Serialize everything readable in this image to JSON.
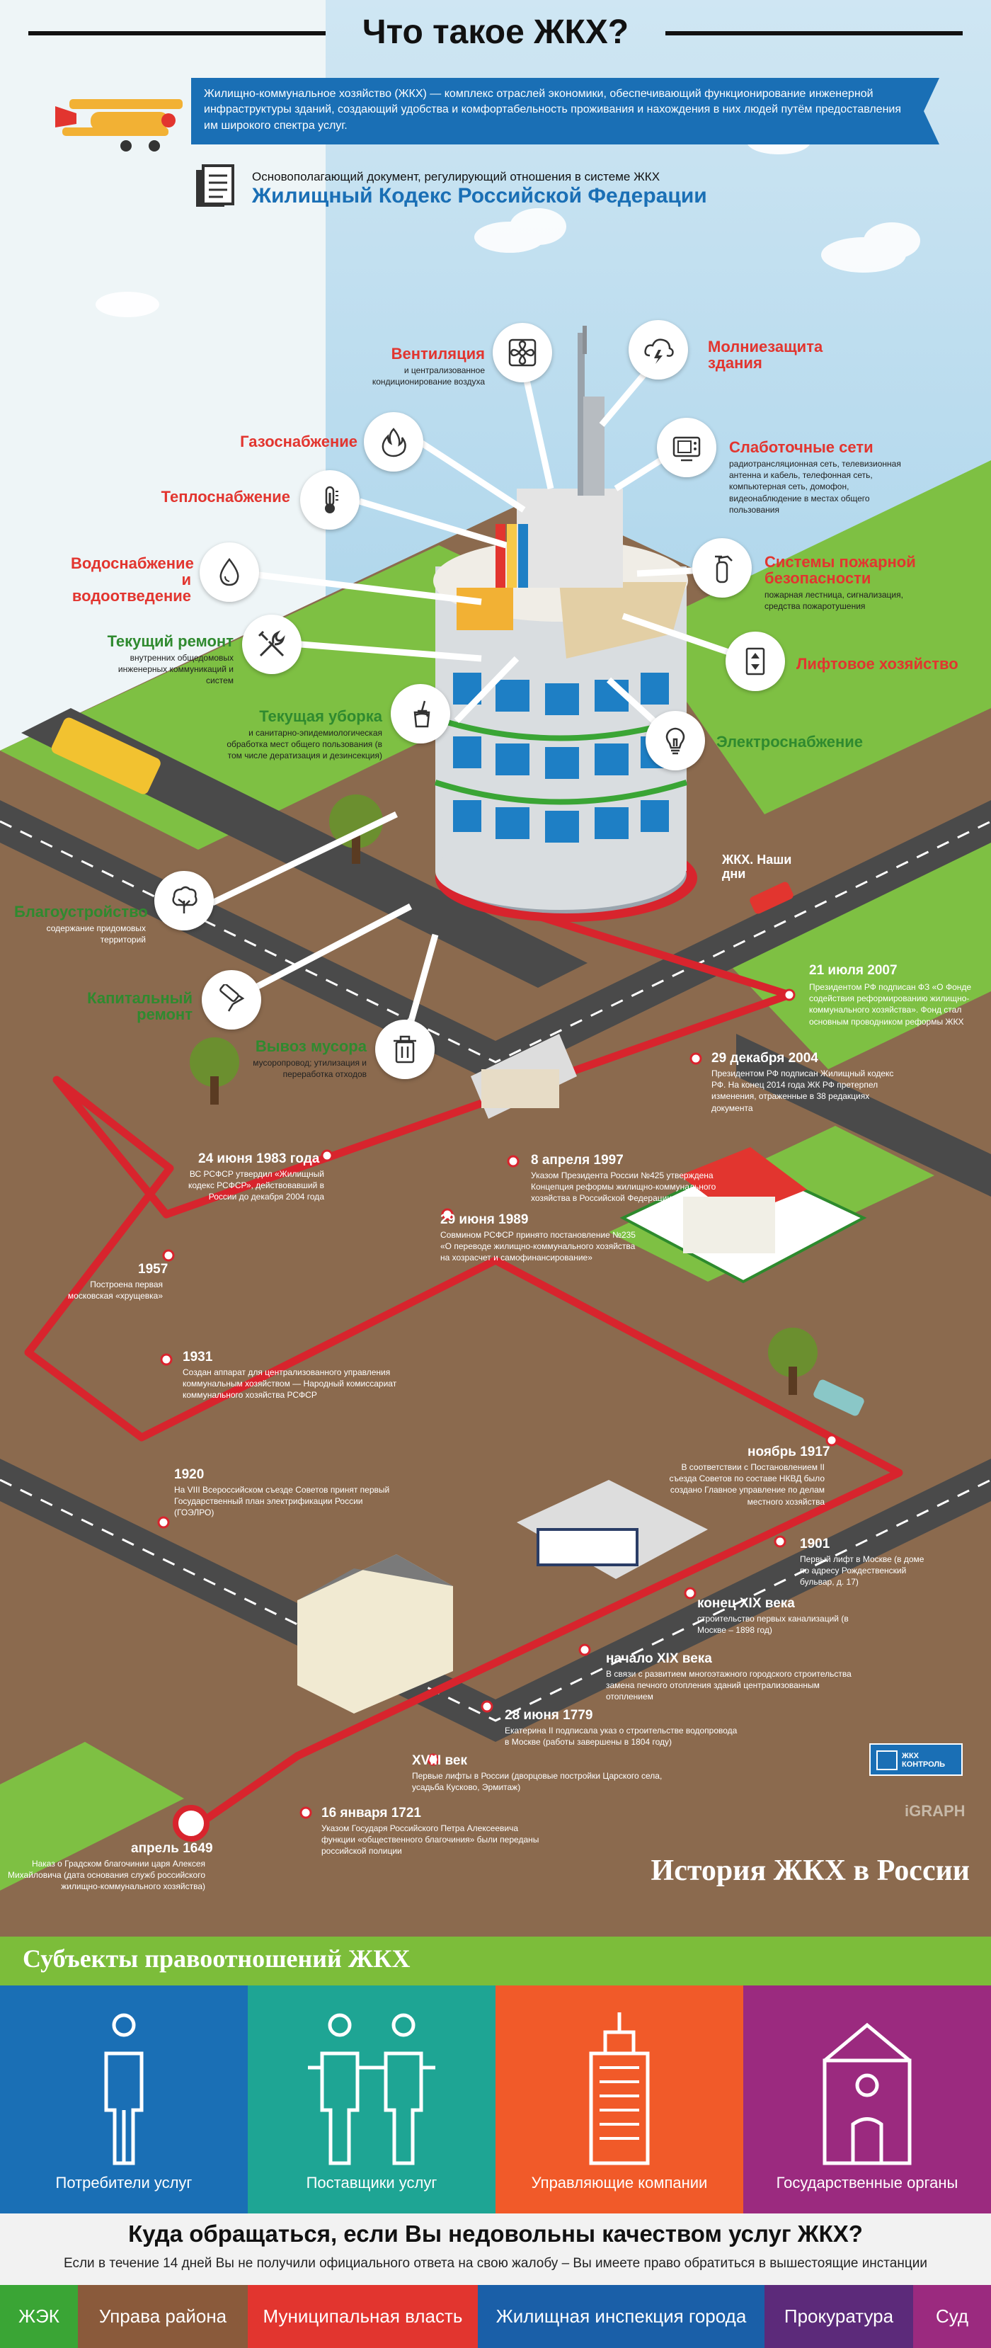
{
  "header": {
    "title": "Что такое ЖКХ?",
    "definition": "Жилищно-коммунальное хозяйство (ЖКХ) — комплекс отраслей экономики, обеспечивающий функционирование инженерной инфраструктуры зданий, создающий удобства и комфортабельность проживания и нахождения в них людей путём предоставления им широкого спектра услуг.",
    "doc_intro": "Основополагающий документ, регулирующий отношения в системе ЖКХ",
    "doc_name": "Жилищный Кодекс Российской Федерации"
  },
  "services": {
    "ventilation": {
      "title": "Вентиляция",
      "desc": "и централизованное кондиционирование воздуха"
    },
    "lightning": {
      "title": "Молниезащита здания"
    },
    "gas": {
      "title": "Газоснабжение"
    },
    "lowcurrent": {
      "title": "Слаботочные сети",
      "desc": "радиотрансляционная сеть, телевизионная антенна и кабель, телефонная сеть, компьютерная сеть, домофон, видеонаблюдение в местах общего пользования"
    },
    "heat": {
      "title": "Теплоснабжение"
    },
    "fire": {
      "title": "Системы пожарной безопасности",
      "desc": "пожарная лестница, сигнализация, средства пожаротушения"
    },
    "water": {
      "title": "Водоснабжение и водоотведение"
    },
    "repair": {
      "title": "Текущий ремонт",
      "desc": "внутренних общедомовых инженерных коммуникаций и систем"
    },
    "lift": {
      "title": "Лифтовое хозяйство"
    },
    "cleaning": {
      "title": "Текущая уборка",
      "desc": "и санитарно-эпидемиологическая обработка мест общего пользования (в том числе дератизация и дезинсекция)"
    },
    "electric": {
      "title": "Электроснабжение"
    },
    "improvement": {
      "title": "Благоустройство",
      "desc": "содержание придомовых территорий"
    },
    "capital": {
      "title": "Капитальный ремонт"
    },
    "garbage": {
      "title": "Вывоз мусора",
      "desc": "мусоропровод; утилизация и переработка отходов"
    }
  },
  "sign_text": "ЖКХ. Наши дни",
  "timeline": [
    {
      "date": "21 июля 2007",
      "text": "Президентом РФ подписан ФЗ «О Фонде содействия реформированию жилищно-коммунального хозяйства». Фонд стал основным проводником реформы ЖКХ"
    },
    {
      "date": "29 декабря 2004",
      "text": "Президентом РФ подписан Жилищный кодекс РФ. На конец 2014 года ЖК РФ претерпел изменения, отраженные в 38 редакциях документа"
    },
    {
      "date": "24 июня 1983 года",
      "text": "ВС РСФСР утвердил «Жилищный кодекс РСФСР», действовавший в России до декабря 2004 года"
    },
    {
      "date": "8 апреля 1997",
      "text": "Указом Президента России №425 утверждена Концепция реформы жилищно-коммунального хозяйства в Российской Федерации"
    },
    {
      "date": "29 июня 1989",
      "text": "Совмином РСФСР принято постановление №235 «О переводе жилищно-коммунального хозяйства на хозрасчет и самофинансирование»"
    },
    {
      "date": "1957",
      "text": "Построена первая московская «хрущевка»"
    },
    {
      "date": "1931",
      "text": "Создан аппарат для централизованного управления коммунальным хозяйством — Народный комиссариат коммунального хозяйства РСФСР"
    },
    {
      "date": "ноябрь 1917",
      "text": "В соответствии с Постановлением II съезда Советов по составе НКВД было создано Главное управление по делам местного хозяйства"
    },
    {
      "date": "1920",
      "text": "На VIII Всероссийском съезде Советов принят первый Государственный план электрификации России (ГОЭЛРО)"
    },
    {
      "date": "1901",
      "text": "Первый лифт в Москве (в доме по адресу Рождественский бульвар, д. 17)"
    },
    {
      "date": "конец XIX века",
      "text": "строительство первых канализаций (в Москве – 1898 год)"
    },
    {
      "date": "начало XIX века",
      "text": "В связи с развитием многоэтажного городского строительства замена печного отопления зданий централизованным отоплением"
    },
    {
      "date": "28 июня 1779",
      "text": "Екатерина II подписала указ о строительстве водопровода в Москве (работы завершены в 1804 году)"
    },
    {
      "date": "XVIII век",
      "text": "Первые лифты в России (дворцовые постройки Царского села, усадьба Кусково, Эрмитаж)"
    },
    {
      "date": "16 января 1721",
      "text": "Указом Государя Российского Петра Алексеевича функции «общественного благочиния» были переданы российской полиции"
    },
    {
      "date": "апрель 1649",
      "text": "Наказ о Градском благочинии царя Алексея Михайловича (дата основания служб российского жилищно-коммунального хозяйства)"
    }
  ],
  "history_title": "История ЖКХ в России",
  "logos": {
    "zhkh": "ЖКХ КОНТРОЛЬ",
    "igraph": "iGRAPH"
  },
  "subjects": {
    "title": "Субъекты правоотношений ЖКХ",
    "items": [
      {
        "label": "Потребители услуг",
        "color": "#1a6fb5"
      },
      {
        "label": "Поставщики услуг",
        "color": "#1ea594"
      },
      {
        "label": "Управляющие компании",
        "color": "#f15a29"
      },
      {
        "label": "Государственные органы",
        "color": "#9b2a7f"
      }
    ]
  },
  "complaints": {
    "title": "Куда обращаться, если Вы недовольны качеством услуг ЖКХ?",
    "subtitle": "Если в течение 14 дней Вы не получили официального ответа на свою жалобу – Вы имеете право обратиться в вышестоящие инстанции",
    "items": [
      {
        "label": "ЖЭК",
        "color": "#3aa535"
      },
      {
        "label": "Управа района",
        "color": "#8a5a3b"
      },
      {
        "label": "Муниципальная власть",
        "color": "#e2352f"
      },
      {
        "label": "Жилищная инспекция города",
        "color": "#1a5fa8"
      },
      {
        "label": "Прокуратура",
        "color": "#5c2a7a"
      },
      {
        "label": "Суд",
        "color": "#9b2a7f"
      }
    ]
  }
}
